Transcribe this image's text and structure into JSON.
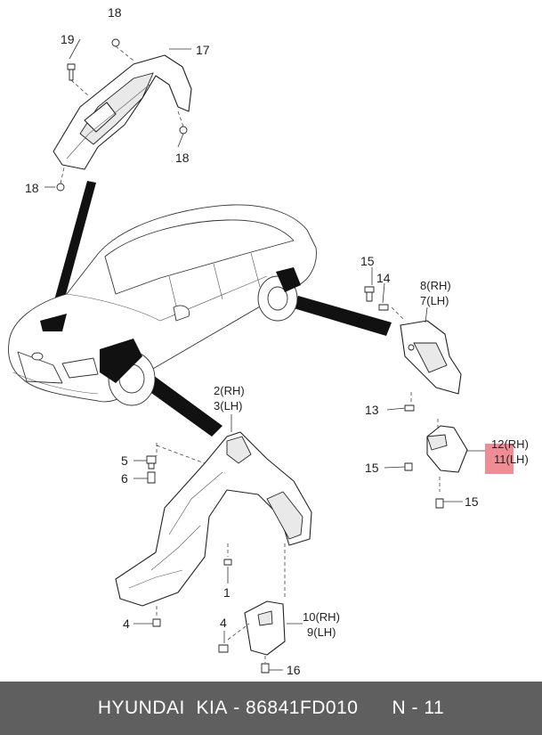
{
  "callouts": {
    "c18a": "18",
    "c19": "19",
    "c17": "17",
    "c18b": "18",
    "c18c": "18",
    "c15a": "15",
    "c14": "14",
    "c8": "8",
    "c8rh": "(RH)",
    "c7": "7",
    "c7lh": "(LH)",
    "c13": "13",
    "c12": "12",
    "c12rh": "(RH)",
    "c11": "11",
    "c11lh": "(LH)",
    "c15b": "15",
    "c15c": "15",
    "c2": "2",
    "c2rh": "(RH)",
    "c3": "3",
    "c3lh": "(LH)",
    "c5": "5",
    "c6": "6",
    "c1": "1",
    "c4a": "4",
    "c4b": "4",
    "c10": "10",
    "c10rh": "(RH)",
    "c9": "9",
    "c9lh": "(LH)",
    "c16": "16"
  },
  "footer": {
    "brand": "HYUNDAI  KIA",
    "sep": " - ",
    "part_number": "86841FD010",
    "page": "N - 11"
  },
  "colors": {
    "footer_bg": "#5f5f5f",
    "highlight": "#e8505b"
  }
}
